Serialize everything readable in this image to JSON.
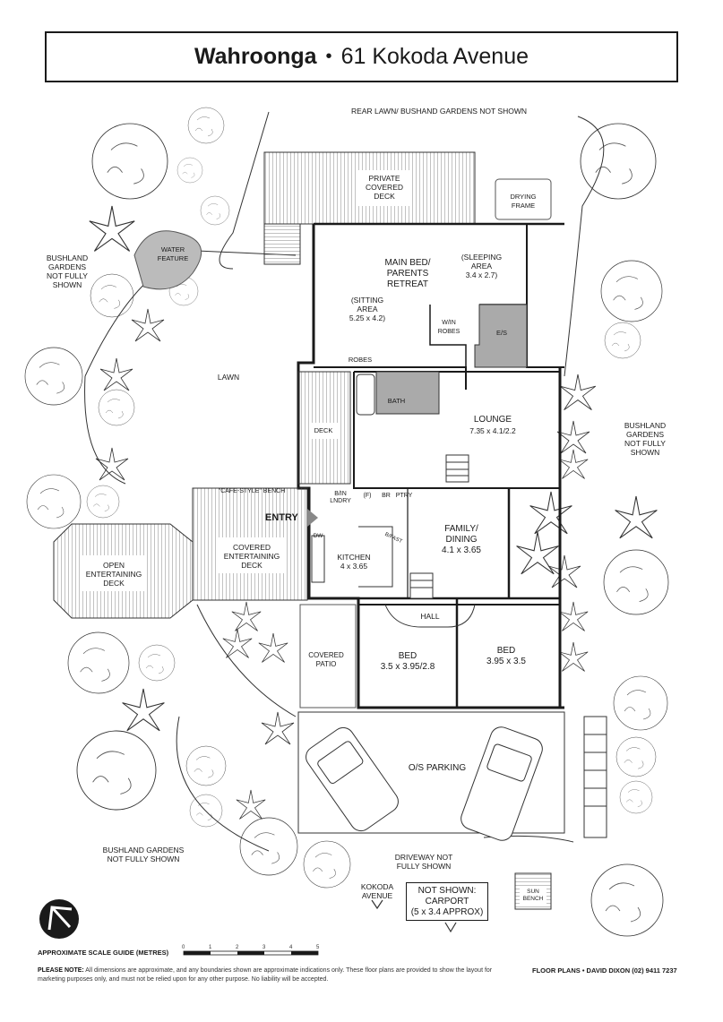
{
  "header": {
    "suburb": "Wahroonga",
    "separator": "•",
    "address": "61 Kokoda Avenue"
  },
  "labels": {
    "rear_lawn": "REAR LAWN/ BUSHAND GARDENS NOT SHOWN",
    "private_deck": "PRIVATE\nCOVERED\nDECK",
    "drying_frame": "DRYING\nFRAME",
    "water_feature": "WATER\nFEATURE",
    "bushland_left": "BUSHLAND\nGARDENS\nNOT FULLY\nSHOWN",
    "main_bed": "MAIN BED/\nPARENTS\nRETREAT",
    "sleeping_area": "(SLEEPING\nAREA\n3.4 x 2.7)",
    "sitting_area": "(SITTING\nAREA\n5.25 x 4.2)",
    "win_robes": "W/IN\nROBES",
    "es": "E/S",
    "robes": "ROBES",
    "lawn": "LAWN",
    "bath": "BATH",
    "lounge_title": "LOUNGE",
    "lounge_dims": "7.35 x 4.1/2.2",
    "deck": "DECK",
    "bushland_right": "BUSHLAND\nGARDENS\nNOT FULLY\nSHOWN",
    "cafe_bench": "\"CAFE-STYLE\" BENCH",
    "bin_lndry": "B/IN\nLNDRY",
    "f": "(F)",
    "br": "BR",
    "ptry": "PTRY",
    "entry": "ENTRY",
    "dw": "DW",
    "bfast": "B/FAST",
    "family_dining": "FAMILY/\nDINING\n4.1 x 3.65",
    "kitchen": "KITCHEN\n4 x 3.65",
    "covered_deck": "COVERED\nENTERTAINING\nDECK",
    "open_deck": "OPEN\nENTERTAINING\nDECK",
    "hall": "HALL",
    "covered_patio": "COVERED\nPATIO",
    "bed1": "BED\n3.5 x 3.95/2.8",
    "bed2": "BED\n3.95 x 3.5",
    "parking": "O/S PARKING",
    "bushland_bottom": "BUSHLAND GARDENS\nNOT FULLY SHOWN",
    "driveway": "DRIVEWAY NOT\nFULLY SHOWN",
    "kokoda": "KOKODA\nAVENUE",
    "not_shown": "NOT SHOWN:\nCARPORT\n(5 x 3.4 APPROX)",
    "sun_bench": "SUN\nBENCH"
  },
  "scale": {
    "title": "APPROXIMATE SCALE GUIDE (METRES)",
    "ticks": [
      "0",
      "1",
      "2",
      "3",
      "4",
      "5"
    ]
  },
  "footer": {
    "note_label": "PLEASE NOTE:",
    "note_text": "All dimensions are approximate, and any boundaries shown are approximate indications only. These floor plans are provided to show the layout for marketing purposes only, and must not be relied upon for any other purpose. No liability will be accepted.",
    "credit": "FLOOR PLANS • DAVID DIXON (02) 9411 7237"
  }
}
